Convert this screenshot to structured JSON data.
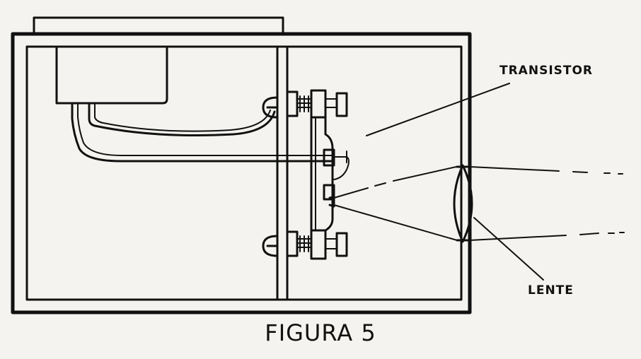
{
  "labels": {
    "transistor": "TRANSISTOR",
    "lente": "LENTE"
  },
  "caption": "FIGURA 5",
  "colors": {
    "ink": "#111111",
    "paper": "#f4f3ef"
  }
}
